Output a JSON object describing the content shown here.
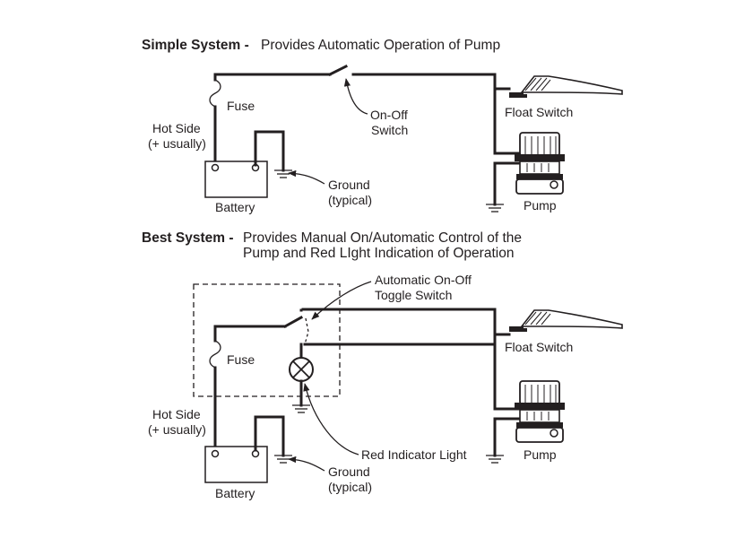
{
  "simple": {
    "title_bold": "Simple System -",
    "title_rest": "Provides Automatic Operation of Pump",
    "fuse": "Fuse",
    "hot_side_1": "Hot Side",
    "hot_side_2": "(+ usually)",
    "battery": "Battery",
    "ground_1": "Ground",
    "ground_2": "(typical)",
    "onoff_1": "On-Off",
    "onoff_2": "Switch",
    "float_switch": "Float Switch",
    "pump": "Pump"
  },
  "best": {
    "title_bold": "Best System -",
    "title_rest_1": "Provides Manual On/Automatic Control of the",
    "title_rest_2": "Pump and Red LIght Indication of Operation",
    "toggle_1": "Automatic On-Off",
    "toggle_2": "Toggle Switch",
    "fuse": "Fuse",
    "hot_side_1": "Hot Side",
    "hot_side_2": "(+ usually)",
    "battery": "Battery",
    "ground_1": "Ground",
    "ground_2": "(typical)",
    "indicator": "Red Indicator Light",
    "float_switch": "Float Switch",
    "pump": "Pump"
  }
}
